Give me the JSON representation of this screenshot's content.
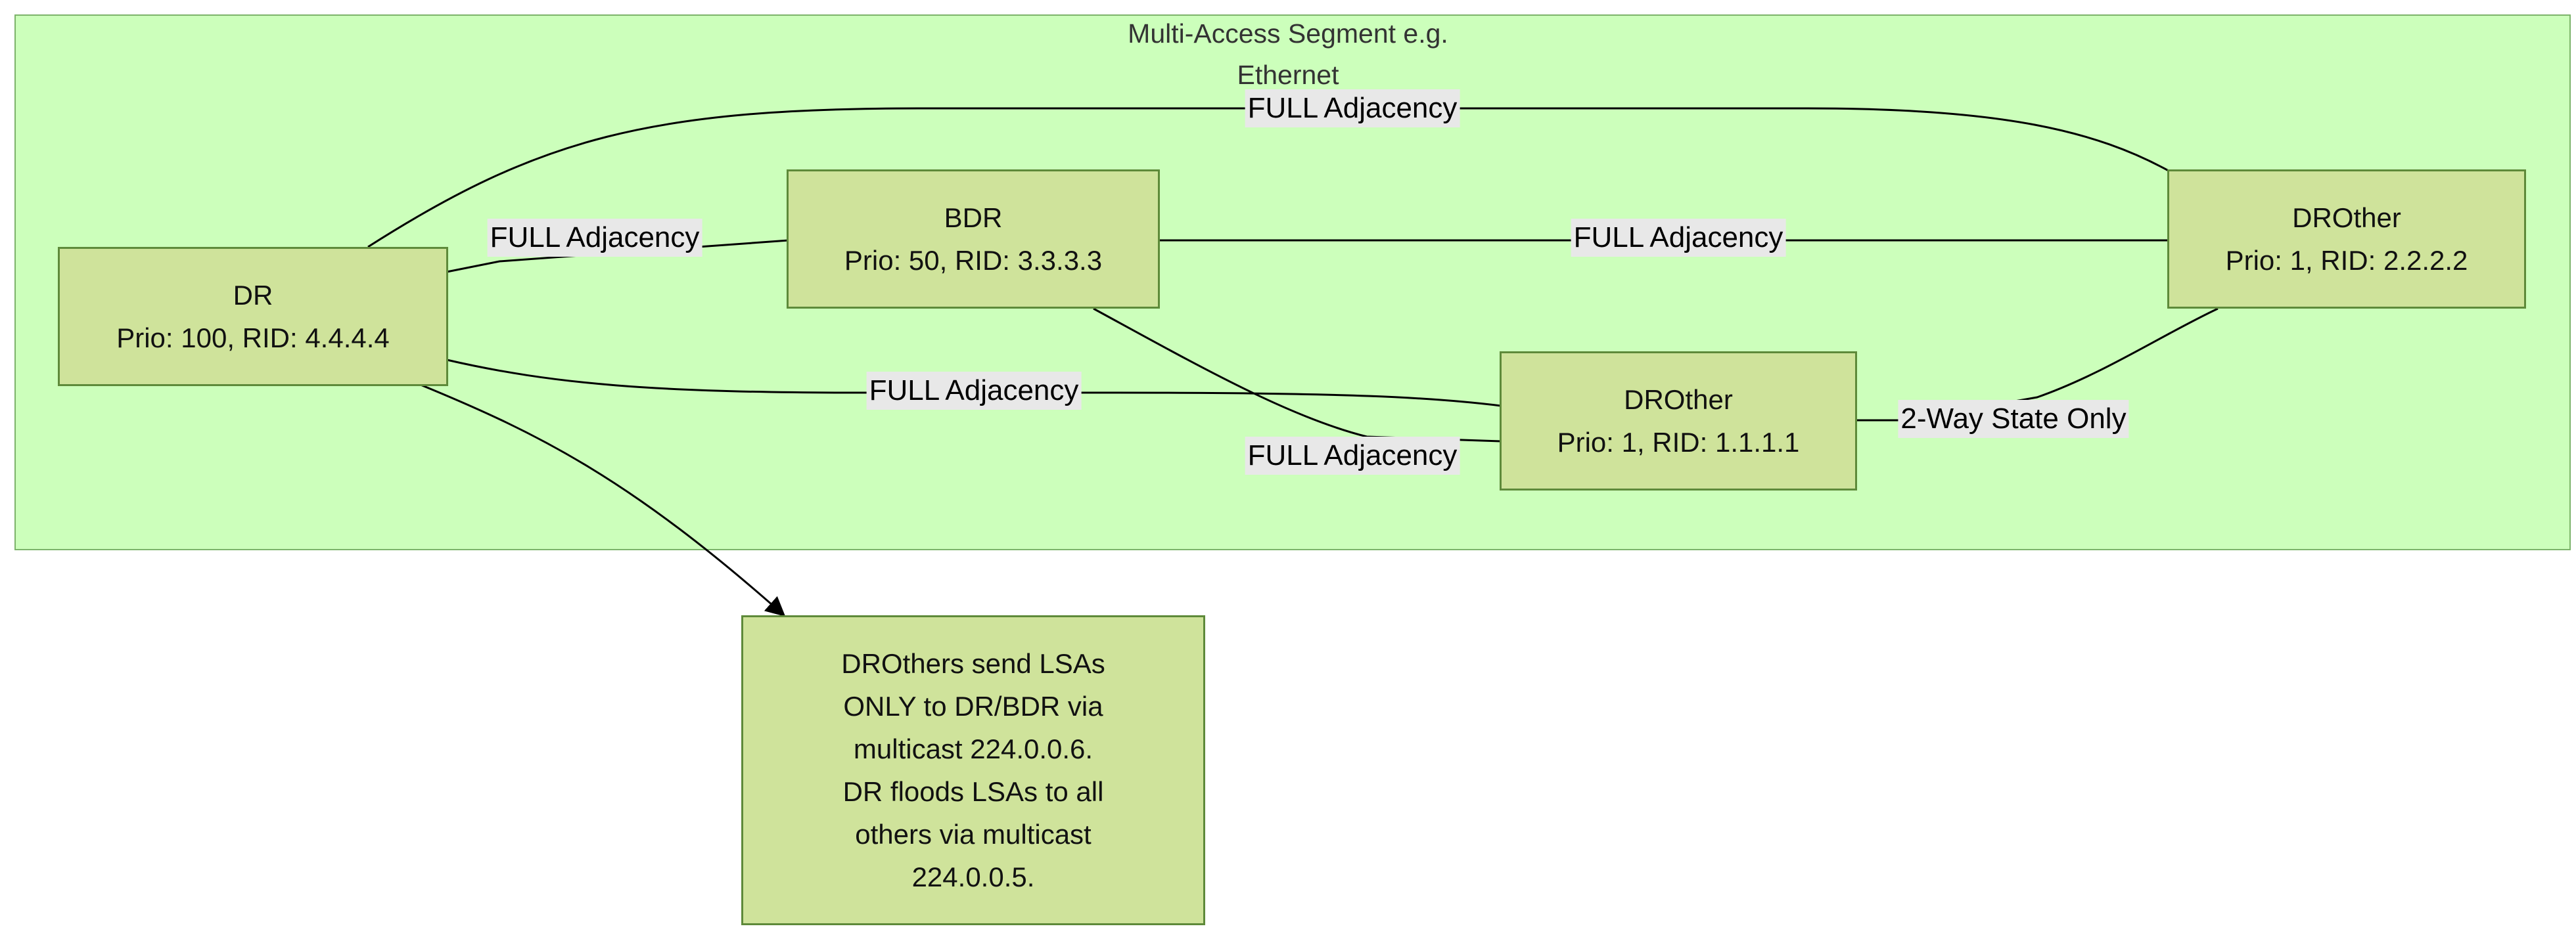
{
  "segment": {
    "title_line1": "Multi-Access Segment e.g.",
    "title_line2": "Ethernet",
    "fill_color": "#ccffbb",
    "border_color": "#7cb36a"
  },
  "nodes": {
    "dr": {
      "role": "DR",
      "detail": "Prio: 100, RID: 4.4.4.4"
    },
    "bdr": {
      "role": "BDR",
      "detail": "Prio: 50, RID: 3.3.3.3"
    },
    "drother_a": {
      "role": "DROther",
      "detail": "Prio: 1, RID: 2.2.2.2"
    },
    "drother_b": {
      "role": "DROther",
      "detail": "Prio: 1, RID: 1.1.1.1"
    },
    "note": {
      "lines": [
        "DROthers send LSAs",
        "ONLY to DR/BDR via",
        "multicast 224.0.0.6.",
        "DR floods LSAs to all",
        "others via multicast",
        "224.0.0.5."
      ]
    },
    "fill_color": "#cfe39b",
    "border_color": "#5e8a3a"
  },
  "edges": {
    "dr_drother_a": "FULL Adjacency",
    "dr_bdr": "FULL Adjacency",
    "bdr_drother_a": "FULL Adjacency",
    "dr_drother_b": "FULL Adjacency",
    "bdr_drother_b": "FULL Adjacency",
    "drother_b_drother_a": "2-Way State Only"
  }
}
